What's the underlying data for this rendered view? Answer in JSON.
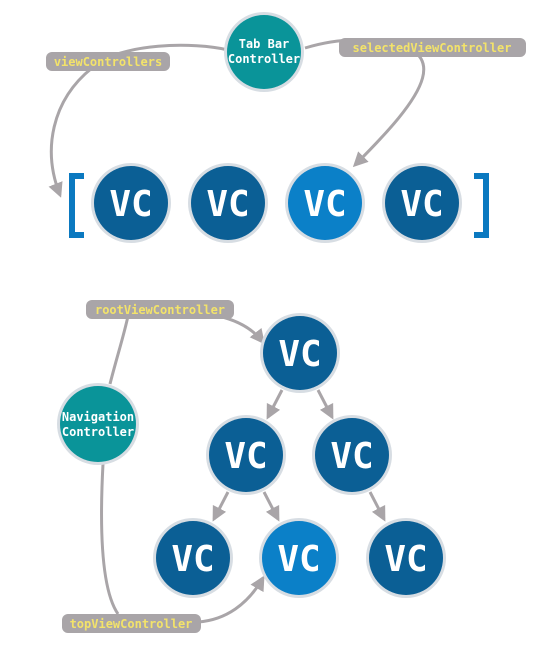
{
  "colors": {
    "vc_dark": "#0b5f95",
    "vc_highlight": "#0b80c8",
    "controller": "#0a9499",
    "circle_ring": "#d7dde3",
    "connector": "#a9a5a8",
    "pill_bg": "#a9a5a8",
    "pill_text": "#f3e36a",
    "bracket": "#0b79c0"
  },
  "tab_bar": {
    "controller_line1": "Tab Bar",
    "controller_line2": "Controller",
    "view_controllers_label": "viewControllers",
    "selected_label": "selectedViewController",
    "bracket_open": "[",
    "bracket_close": "]",
    "vcs": [
      {
        "label": "VC",
        "selected": false
      },
      {
        "label": "VC",
        "selected": false
      },
      {
        "label": "VC",
        "selected": true
      },
      {
        "label": "VC",
        "selected": false
      }
    ]
  },
  "navigation": {
    "controller_line1": "Navigation",
    "controller_line2": "Controller",
    "root_label": "rootViewController",
    "top_label": "topViewController",
    "nodes": [
      {
        "id": "root",
        "label": "VC",
        "top": false
      },
      {
        "id": "l1-left",
        "label": "VC",
        "top": false
      },
      {
        "id": "l1-right",
        "label": "VC",
        "top": false
      },
      {
        "id": "l2-a",
        "label": "VC",
        "top": false
      },
      {
        "id": "l2-b",
        "label": "VC",
        "top": true
      },
      {
        "id": "l2-c",
        "label": "VC",
        "top": false
      }
    ]
  }
}
